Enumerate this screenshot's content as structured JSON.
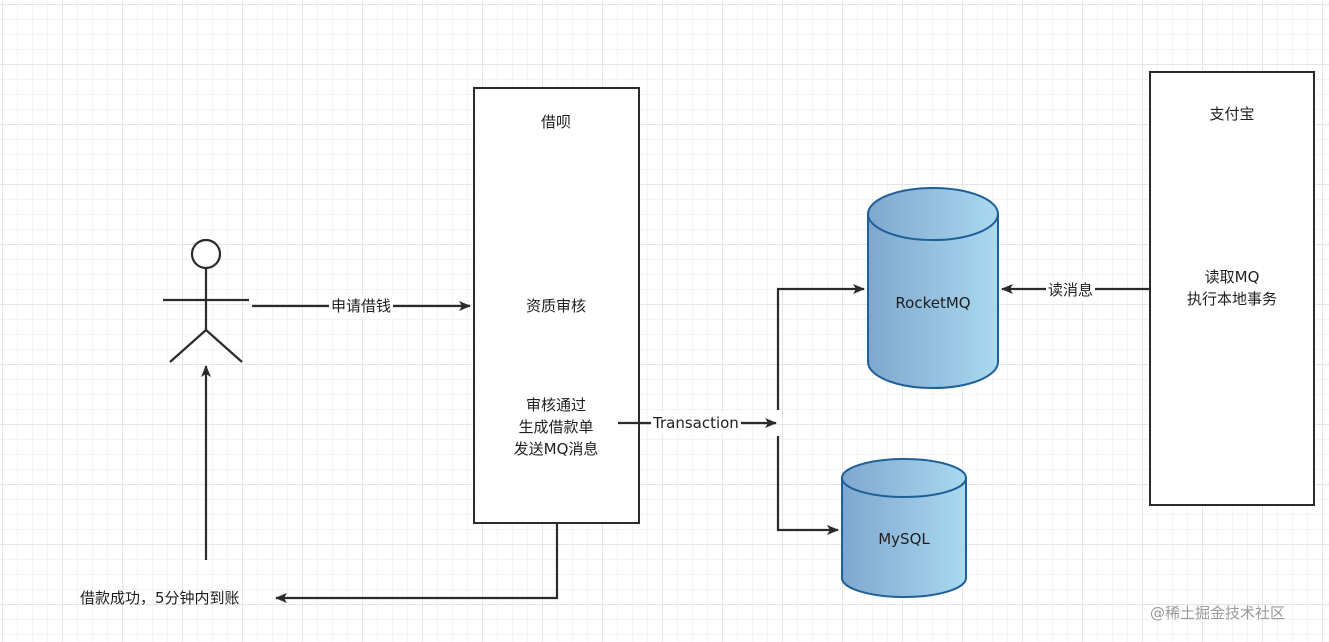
{
  "actor": {
    "icon": "user-actor-icon"
  },
  "jiebei": {
    "title": "借呗",
    "step_review": "资质审核",
    "step_pass": "审核通过\n生成借款单\n发送MQ消息"
  },
  "alipay": {
    "title": "支付宝",
    "body": "读取MQ\n执行本地事务"
  },
  "rocketmq": {
    "label": "RocketMQ"
  },
  "mysql": {
    "label": "MySQL"
  },
  "edges": {
    "apply": "申请借钱",
    "transaction": "Transaction",
    "read": "读消息",
    "result": "借款成功，5分钟内到账"
  },
  "watermark": "@稀土掘金技术社区",
  "colors": {
    "line": "#2b2b2b",
    "cyl_left": "#7fa7cf",
    "cyl_right": "#a8d8ef",
    "cyl_stroke": "#1f5f98"
  }
}
